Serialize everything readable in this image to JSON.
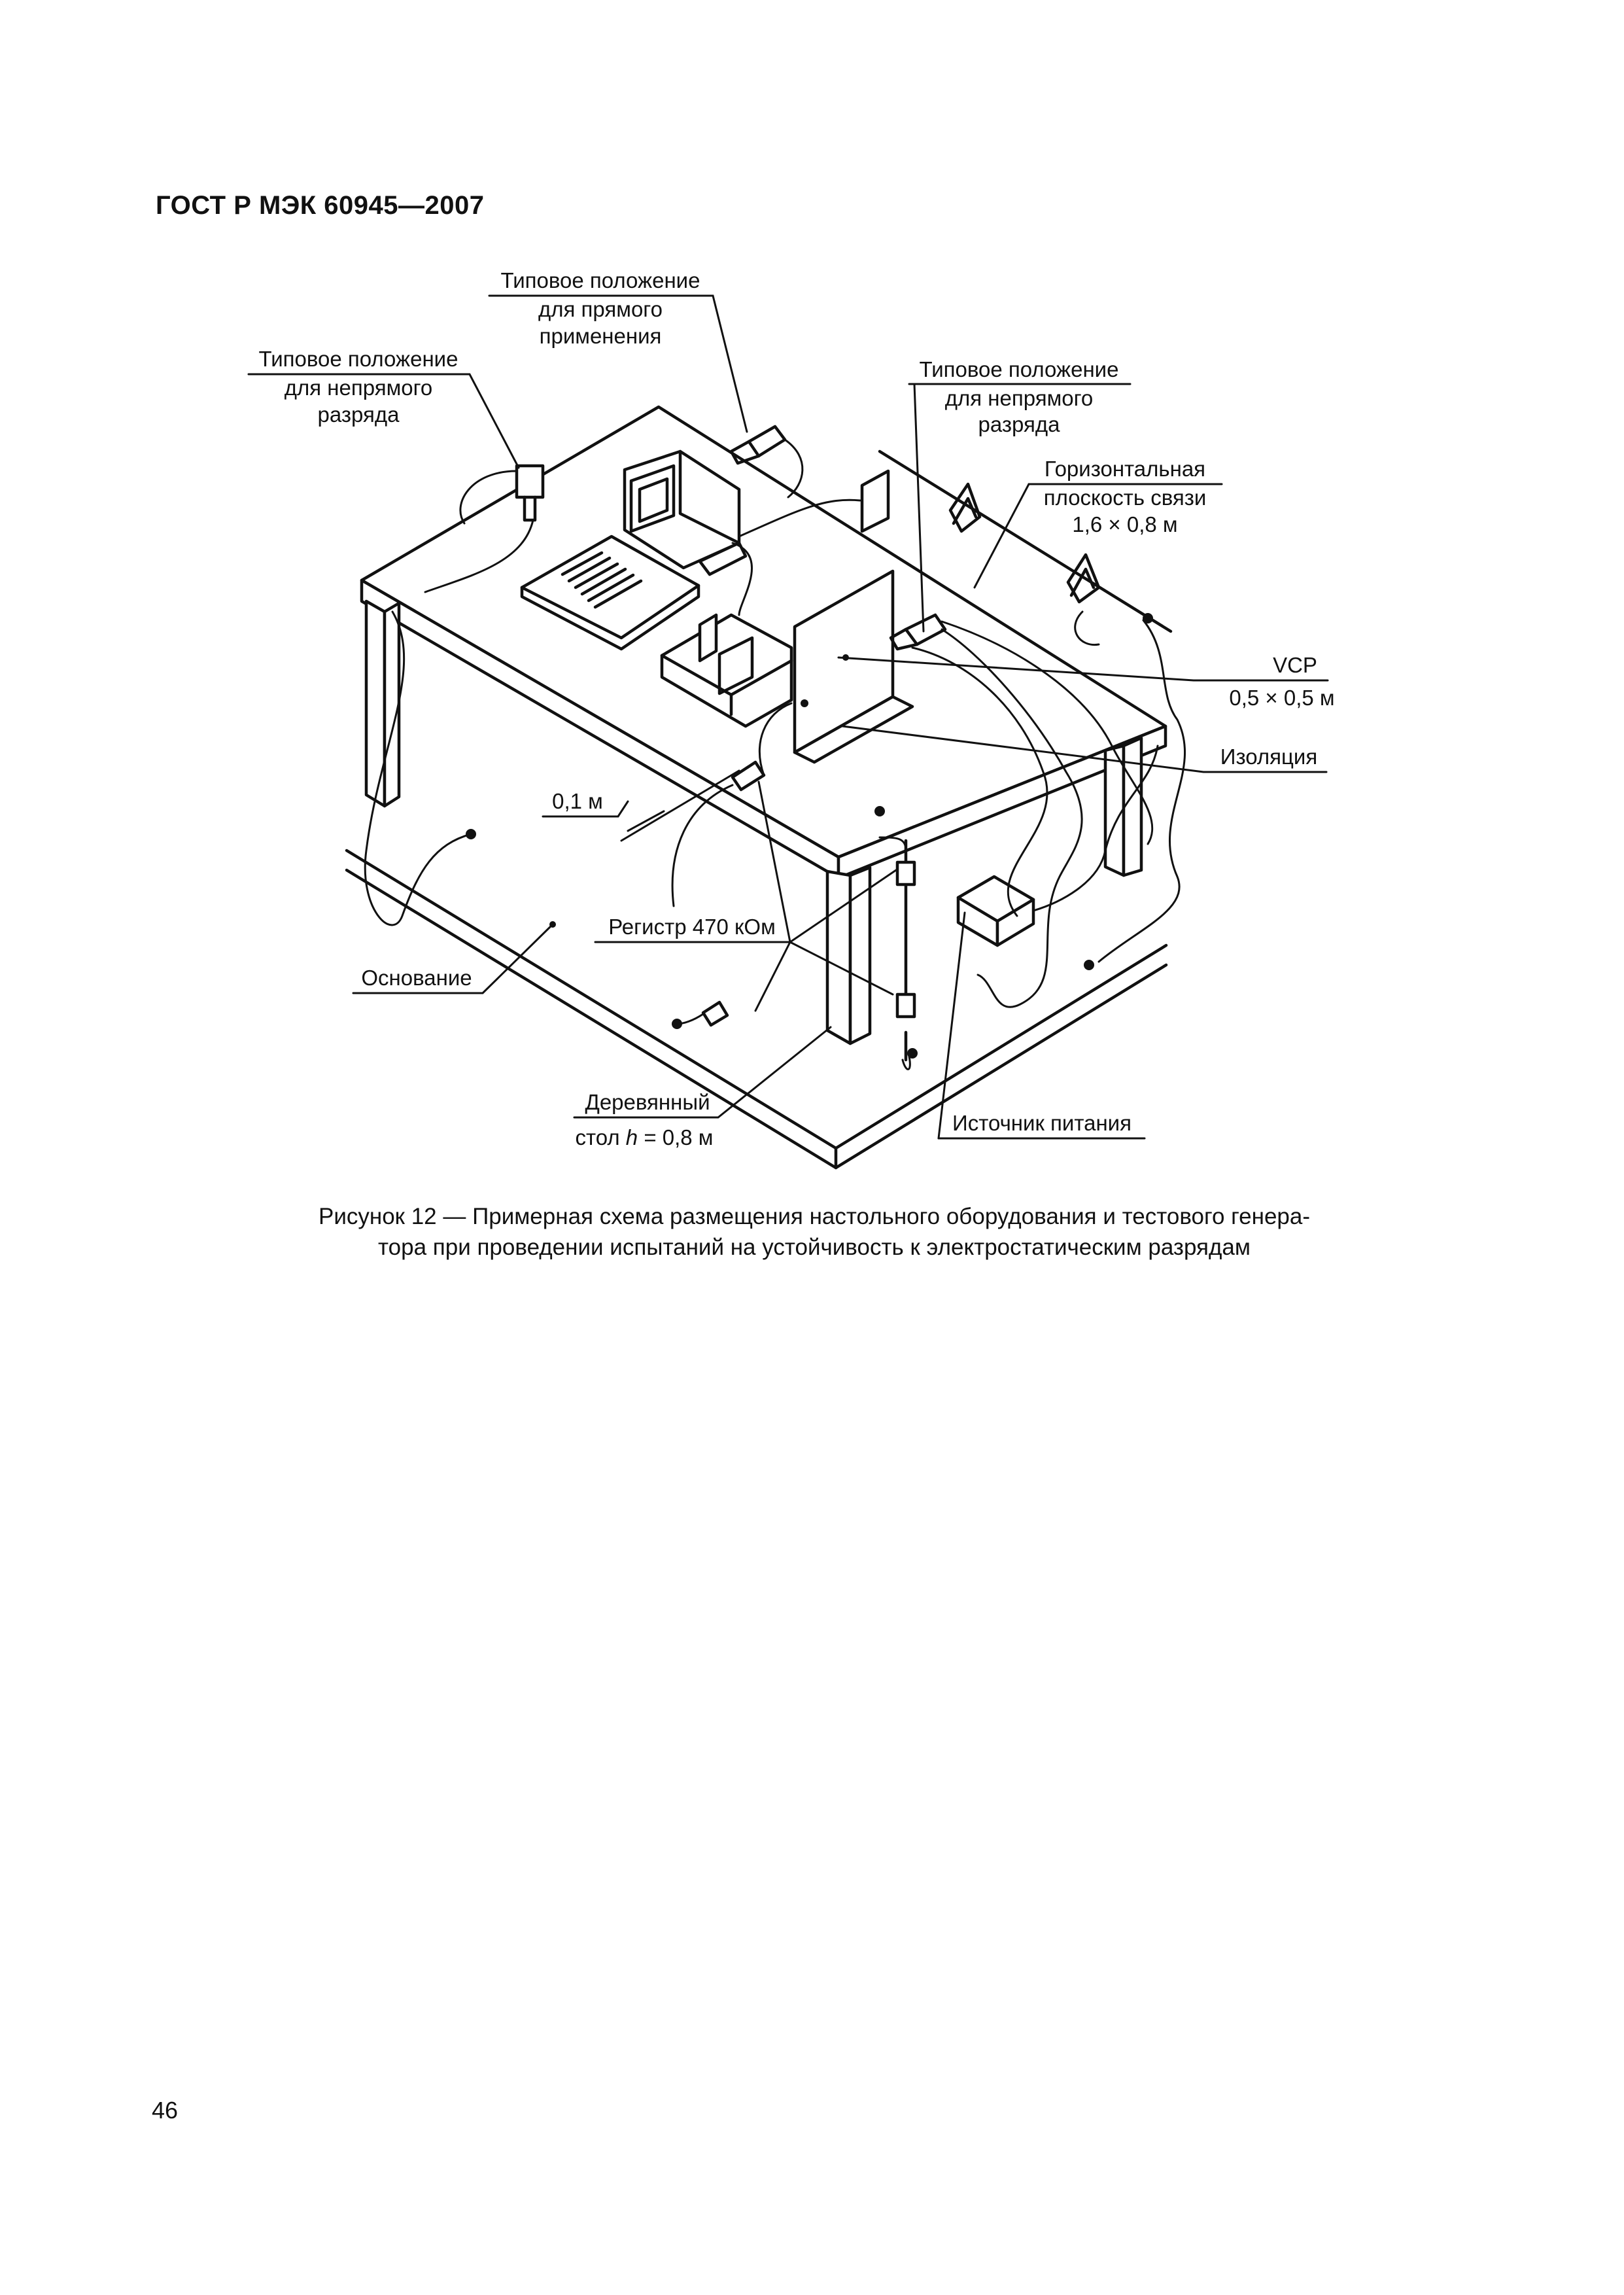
{
  "header": {
    "document_id": "ГОСТ Р МЭК 60945—2007"
  },
  "figure": {
    "labels": {
      "direct_l1": "Типовое положение",
      "direct_l2": "для прямого",
      "direct_l3": "применения",
      "indirect_left_l1": "Типовое положение",
      "indirect_left_l2": "для непрямого",
      "indirect_left_l3": "разряда",
      "indirect_right_l1": "Типовое положение",
      "indirect_right_l2": "для непрямого",
      "indirect_right_l3": "разряда",
      "hcp_l1": "Горизонтальная",
      "hcp_l2": "плоскость связи",
      "hcp_l3": "1,6 × 0,8 м",
      "vcp_l1": "VCP",
      "vcp_l2": "0,5 × 0,5 м",
      "insulation": "Изоляция",
      "distance": "0,1 м",
      "resistor": "Регистр 470 кОм",
      "ground": "Основание",
      "table_l1": "Деревянный",
      "table_l2_prefix": "стол ",
      "table_l2_var": "h",
      "table_l2_suffix": " = 0,8 м",
      "power": "Источник питания"
    }
  },
  "caption": {
    "line1": "Рисунок 12 — Примерная схема размещения настольного оборудования и тестового генера-",
    "line2": "тора при проведении испытаний на устойчивость к электростатическим разрядам"
  },
  "page": {
    "number": "46"
  }
}
